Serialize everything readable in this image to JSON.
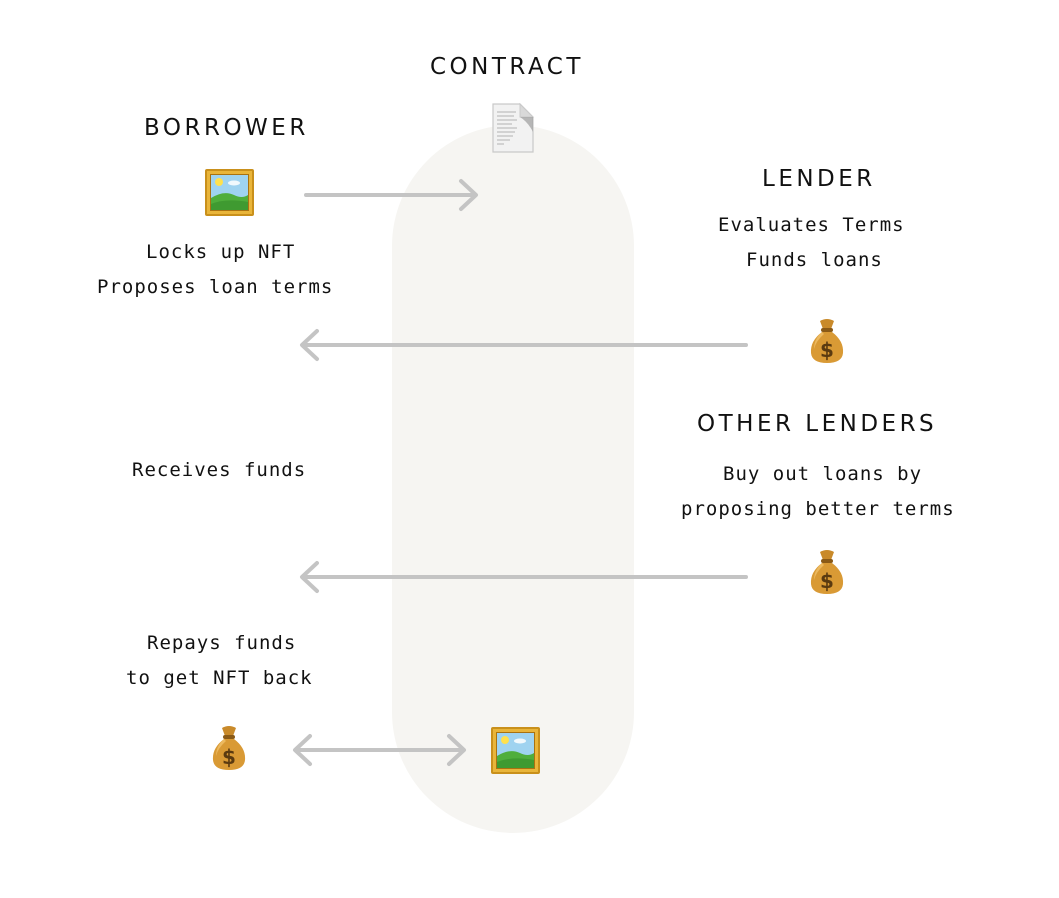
{
  "contract": {
    "title": "CONTRACT"
  },
  "borrower": {
    "title": "BORROWER",
    "line1": "Locks up NFT",
    "line2": "Proposes loan terms",
    "receives": "Receives funds",
    "repays1": "Repays funds",
    "repays2": "to get NFT back"
  },
  "lender": {
    "title": "LENDER",
    "line1": "Evaluates Terms",
    "line2": "Funds loans"
  },
  "other_lenders": {
    "title": "OTHER LENDERS",
    "line1": "Buy out loans by",
    "line2": "proposing better terms"
  },
  "colors": {
    "pill": "#f6f5f2",
    "arrow": "#c4c4c4",
    "text": "#111111"
  },
  "icons": [
    "document-icon",
    "framed-picture-icon",
    "money-bag-icon"
  ]
}
